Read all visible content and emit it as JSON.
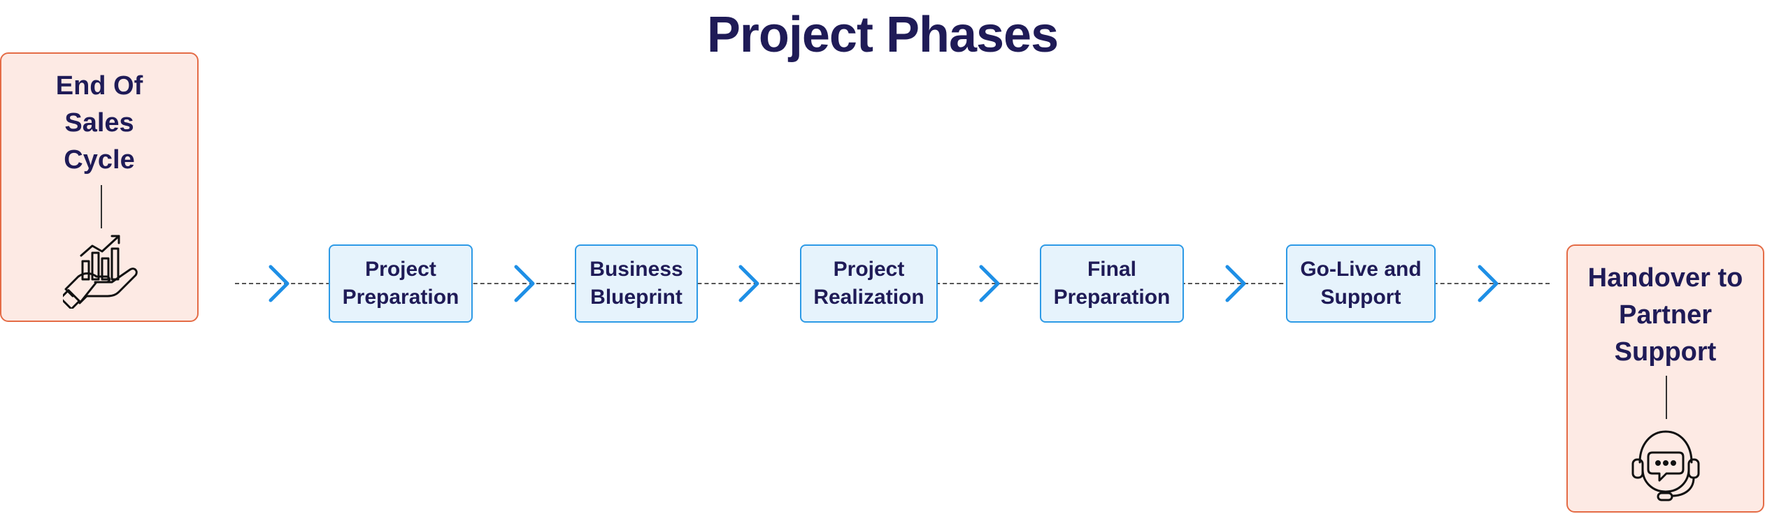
{
  "title": "Project Phases",
  "start_node": {
    "label_lines": [
      "End Of",
      "Sales",
      "Cycle"
    ],
    "icon": "growth-chart-hand-icon"
  },
  "phases": [
    {
      "label_lines": [
        "Project",
        "Preparation"
      ]
    },
    {
      "label_lines": [
        "Business",
        "Blueprint"
      ]
    },
    {
      "label_lines": [
        "Project",
        "Realization"
      ]
    },
    {
      "label_lines": [
        "Final",
        "Preparation"
      ]
    },
    {
      "label_lines": [
        "Go-Live and",
        "Support"
      ]
    }
  ],
  "end_node": {
    "label_lines": [
      "Handover to",
      "Partner",
      "Support"
    ],
    "icon": "headset-chat-icon"
  },
  "colors": {
    "title": "#1f1b57",
    "end_fill": "#fdeae4",
    "end_border": "#e46b45",
    "phase_fill": "#e6f3fc",
    "phase_border": "#2d9ae6",
    "chevron": "#1e8fe6",
    "dashed_line": "#555555"
  }
}
